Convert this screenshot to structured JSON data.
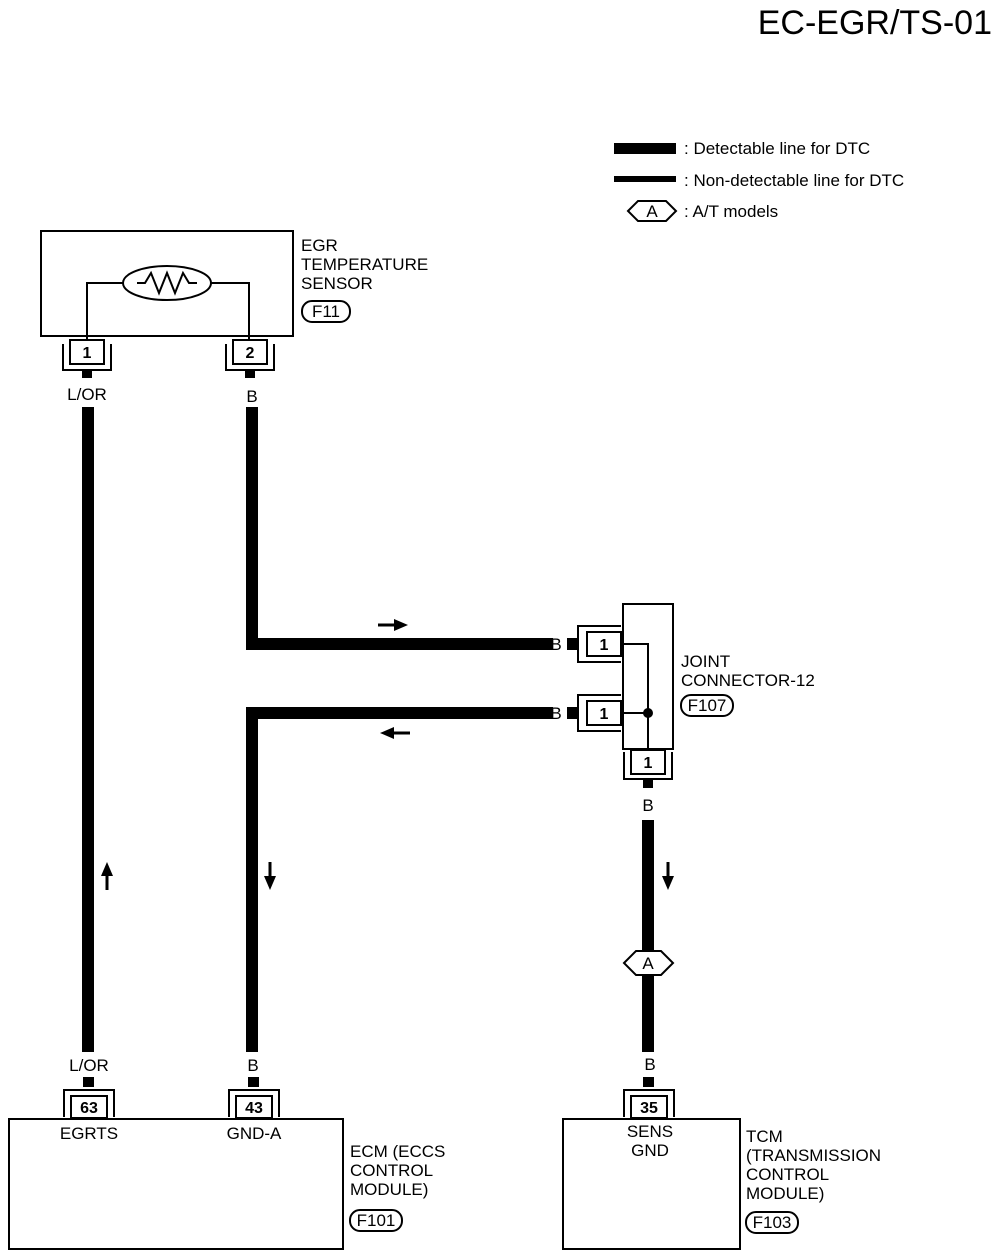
{
  "page_code": "EC-EGR/TS-01",
  "legend": {
    "detectable": ": Detectable line for DTC",
    "non_detectable": ": Non-detectable line for DTC",
    "option_symbol": "A",
    "option_text": ": A/T models"
  },
  "sensor": {
    "name_lines": [
      "EGR",
      "TEMPERATURE",
      "SENSOR"
    ],
    "connector": "F11",
    "pin1": "1",
    "pin2": "2"
  },
  "wires": {
    "left_top": "L/OR",
    "right_top": "B",
    "jc_in1": "B",
    "jc_in2": "B",
    "jc_out": "B",
    "tcm_in": "B",
    "ecm_left": "L/OR",
    "ecm_right": "B"
  },
  "joint": {
    "name_lines": [
      "JOINT",
      "CONNECTOR-12"
    ],
    "connector": "F107",
    "pin_top": "1",
    "pin_mid": "1",
    "pin_bottom": "1"
  },
  "option_marker": "A",
  "ecm": {
    "pin_a": "63",
    "pin_b": "43",
    "term_a": "EGRTS",
    "term_b": "GND-A",
    "name_lines": [
      "ECM (ECCS",
      "CONTROL",
      "MODULE)"
    ],
    "connector": "F101"
  },
  "tcm": {
    "pin": "35",
    "term_lines": [
      "SENS",
      "GND"
    ],
    "name_lines": [
      "TCM",
      "(TRANSMISSION",
      "CONTROL",
      "MODULE)"
    ],
    "connector": "F103"
  }
}
